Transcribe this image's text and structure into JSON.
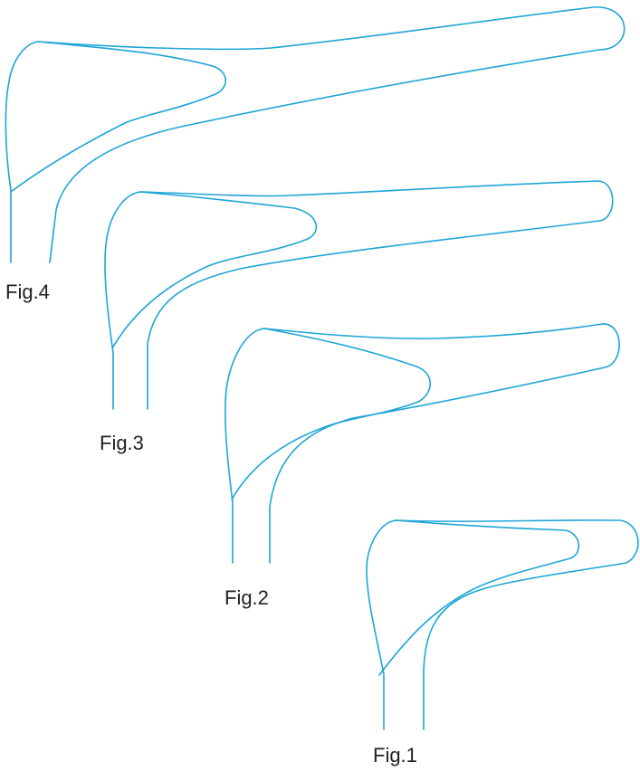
{
  "colors": {
    "line": "#1ea5d6",
    "label": "#222222",
    "background": "#ffffff"
  },
  "figures": [
    {
      "label": "Fig.4"
    },
    {
      "label": "Fig.3"
    },
    {
      "label": "Fig.2"
    },
    {
      "label": "Fig.1"
    }
  ]
}
